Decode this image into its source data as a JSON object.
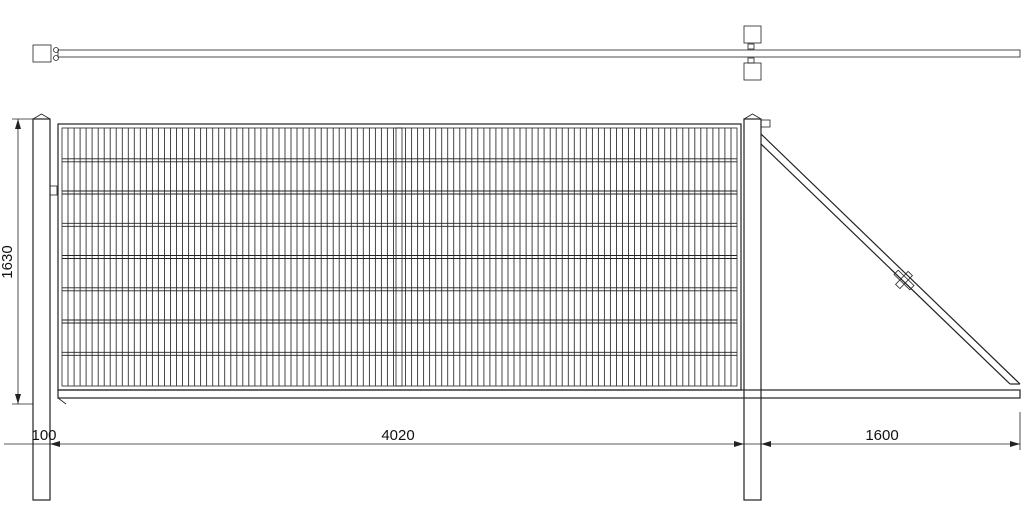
{
  "dimensions": {
    "height": "1630",
    "post_width": "100",
    "gate_width": "4020",
    "tail_length": "1600"
  },
  "mesh": {
    "vertical_wires": 112,
    "horizontal_rows": 7
  }
}
